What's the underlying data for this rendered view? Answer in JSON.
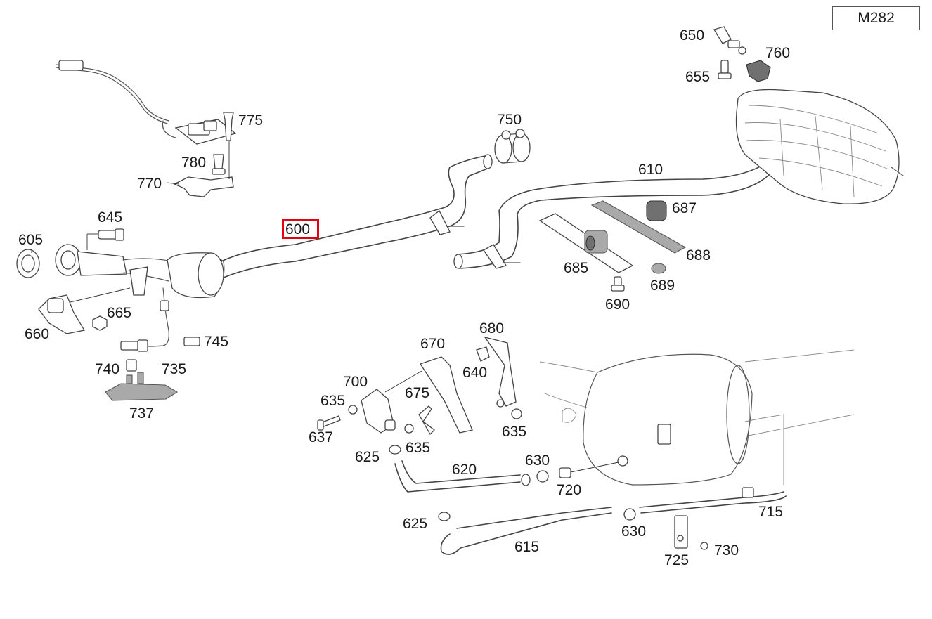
{
  "model_code": "M282",
  "highlighted_part": "600",
  "colors": {
    "highlight": "#e3000f",
    "line": "#444444",
    "part_fill": "#a9a9a9"
  },
  "parts": {
    "p600": "600",
    "p605": "605",
    "p610": "610",
    "p615": "615",
    "p620": "620",
    "p625a": "625",
    "p625b": "625",
    "p630a": "630",
    "p630b": "630",
    "p635a": "635",
    "p635b": "635",
    "p635c": "635",
    "p637": "637",
    "p640": "640",
    "p645": "645",
    "p650": "650",
    "p655": "655",
    "p660": "660",
    "p665": "665",
    "p670": "670",
    "p675": "675",
    "p680": "680",
    "p685": "685",
    "p687": "687",
    "p688": "688",
    "p689": "689",
    "p690": "690",
    "p700": "700",
    "p715": "715",
    "p720": "720",
    "p725": "725",
    "p730": "730",
    "p735": "735",
    "p737": "737",
    "p740": "740",
    "p745": "745",
    "p750": "750",
    "p760": "760",
    "p770": "770",
    "p775": "775",
    "p780": "780"
  }
}
